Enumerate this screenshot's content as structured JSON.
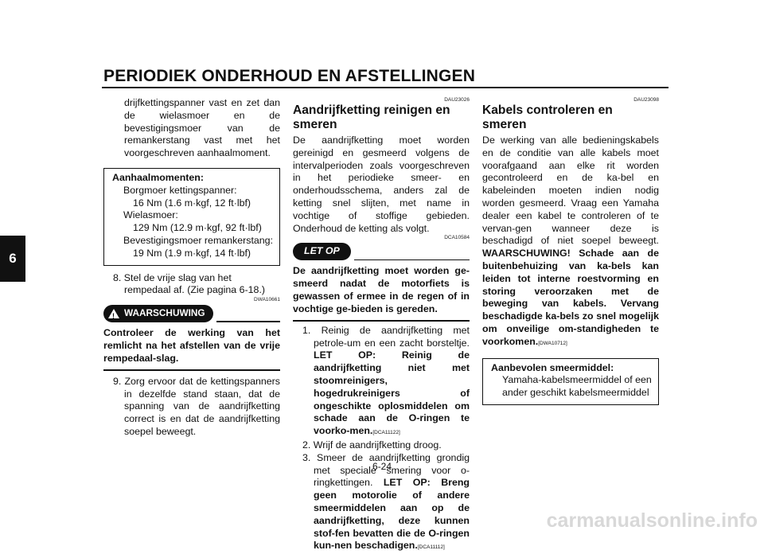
{
  "header": {
    "title": "PERIODIEK ONDERHOUD EN AFSTELLINGEN"
  },
  "side_tab": {
    "label": "6"
  },
  "col1": {
    "intro": "drijfkettingspanner vast en zet dan de wielasmoer en de bevestigingsmoer van de remankerstang vast met het voorgeschreven aanhaalmoment.",
    "box_title": "Aanhaalmomenten:",
    "box_l1": "Borgmoer kettingspanner:",
    "box_l2": "16 Nm (1.6 m·kgf, 12 ft·lbf)",
    "box_l3": "Wielasmoer:",
    "box_l4": "129 Nm (12.9 m·kgf, 92 ft·lbf)",
    "box_l5": "Bevestigingsmoer remankerstang:",
    "box_l6": "19 Nm (1.9 m·kgf, 14 ft·lbf)",
    "step8": "8. Stel de vrije slag van het rempedaal af. (Zie pagina 6-18.)",
    "warn_code": "DWA10661",
    "warn_label": "WAARSCHUWING",
    "warn_text": "Controleer de werking van het remlicht na het afstellen van de vrije rempedaal-slag.",
    "step9": "9. Zorg ervoor dat de kettingspanners in dezelfde stand staan, dat de spanning van de aandrijfketting correct is en dat de aandrijfketting soepel beweegt."
  },
  "col2": {
    "code": "DAU23026",
    "heading": "Aandrijfketting reinigen en smeren",
    "intro": "De aandrijfketting moet worden gereinigd en gesmeerd volgens de intervalperioden zoals voorgeschreven in het periodieke smeer- en onderhoudsschema, anders zal de ketting snel slijten, met name in vochtige of stoffige gebieden. Onderhoud de ketting als volgt.",
    "caution_code": "DCA10584",
    "caution_label": "LET OP",
    "caution_text": "De aandrijfketting moet worden ge-smeerd nadat de motorfiets is gewassen of ermee in de regen of in vochtige ge-bieden is gereden.",
    "s1a": "1. Reinig de aandrijfketting met petrole-um en een zacht borsteltje. ",
    "s1b": "LET OP: Reinig de aandrijfketting niet met stoomreinigers, hogedrukreinigers of ongeschikte oplosmiddelen om schade aan de O-ringen te voorko-men.",
    "s1ref": "[DCA11122]",
    "s2": "2. Wrijf de aandrijfketting droog.",
    "s3a": "3. Smeer de aandrijfketting grondig met speciale smering voor o-ringkettingen. ",
    "s3b": "LET OP: Breng geen motorolie of andere smeermiddelen aan op de aandrijfketting, deze kunnen stof-fen bevatten die de O-ringen kun-nen beschadigen.",
    "s3ref": "[DCA11112]"
  },
  "col3": {
    "code": "DAU23098",
    "heading": "Kabels controleren en smeren",
    "text_a": "De werking van alle bedieningskabels en de conditie van alle kabels moet voorafgaand aan elke rit worden gecontroleerd en de ka-bel en kabeleinden moeten indien nodig worden gesmeerd. Vraag een Yamaha dealer een kabel te controleren of te vervan-gen wanneer deze is beschadigd of niet soepel beweegt. ",
    "text_b": "WAARSCHUWING! Schade aan de buitenbehuizing van ka-bels kan leiden tot interne roestvorming en storing veroorzaken met de beweging van kabels. Vervang beschadigde ka-bels zo snel mogelijk om onveilige om-standigheden te voorkomen.",
    "ref": "[DWA10712]",
    "box_title": "Aanbevolen smeermiddel:",
    "box_text": "Yamaha-kabelsmeermiddel of een ander geschikt kabelsmeermiddel"
  },
  "page_number": "6-24",
  "watermark": "carmanualsonline.info"
}
